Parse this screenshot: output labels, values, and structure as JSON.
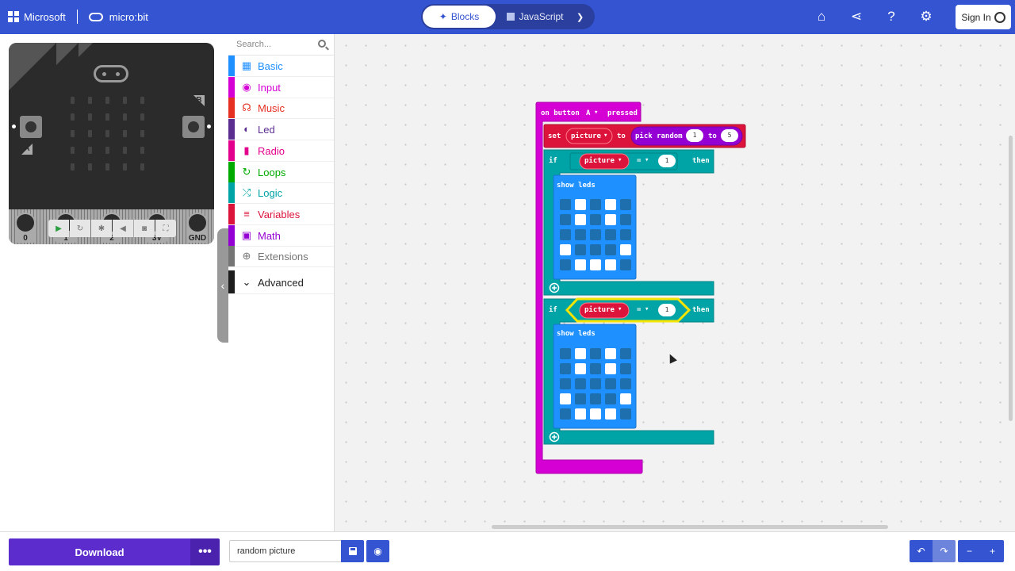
{
  "header": {
    "microsoft_label": "Microsoft",
    "microbit_label": "micro:bit",
    "blocks_label": "Blocks",
    "javascript_label": "JavaScript",
    "signin_label": "Sign In",
    "colors": {
      "brand": "#3454d1"
    }
  },
  "simulator": {
    "pins": [
      "0",
      "1",
      "2",
      "3V",
      "GND"
    ],
    "button_a_label": "A",
    "button_b_label": "B"
  },
  "toolbox": {
    "search_placeholder": "Search...",
    "categories": [
      {
        "label": "Basic",
        "color": "#1e90ff",
        "icon": "grid-icon"
      },
      {
        "label": "Input",
        "color": "#d400d4",
        "icon": "target-icon"
      },
      {
        "label": "Music",
        "color": "#e63022",
        "icon": "headphones-icon"
      },
      {
        "label": "Led",
        "color": "#5c2d91",
        "icon": "toggle-icon"
      },
      {
        "label": "Radio",
        "color": "#e3008c",
        "icon": "signal-bars-icon"
      },
      {
        "label": "Loops",
        "color": "#00aa00",
        "icon": "refresh-icon"
      },
      {
        "label": "Logic",
        "color": "#00a4a6",
        "icon": "shuffle-icon"
      },
      {
        "label": "Variables",
        "color": "#dc143c",
        "icon": "list-icon"
      },
      {
        "label": "Math",
        "color": "#9400d3",
        "icon": "calculator-icon"
      },
      {
        "label": "Extensions",
        "color": "#757575",
        "icon": "plus-circle-icon"
      }
    ],
    "advanced_label": "Advanced"
  },
  "blocks": {
    "event_label": "on button",
    "event_button": "A",
    "event_suffix": "pressed",
    "set_label": "set",
    "variable": "picture",
    "to_label": "to",
    "pick_random_label": "pick random",
    "random_from": "1",
    "random_to_label": "to",
    "random_to": "5",
    "if_label": "if",
    "then_label": "then",
    "operator": "=",
    "compare_value": "1",
    "show_leds_label": "show leds",
    "leds": [
      [
        0,
        1,
        0,
        1,
        0
      ],
      [
        0,
        1,
        0,
        1,
        0
      ],
      [
        0,
        0,
        0,
        0,
        0
      ],
      [
        1,
        0,
        0,
        0,
        1
      ],
      [
        0,
        1,
        1,
        1,
        0
      ]
    ],
    "colors": {
      "event": "#d400d4",
      "variables": "#dc143c",
      "math": "#9400d3",
      "logic": "#00a4a6",
      "basic": "#1e90ff",
      "highlight": "#f5e400"
    }
  },
  "footer": {
    "download_label": "Download",
    "more_label": "•••",
    "project_name": "random picture"
  }
}
